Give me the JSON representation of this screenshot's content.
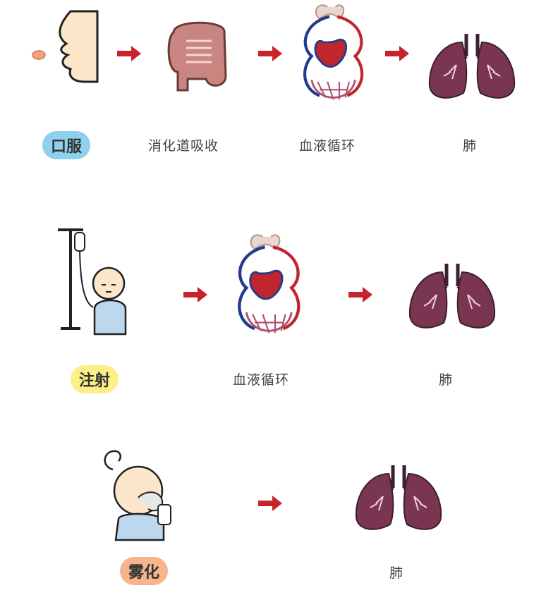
{
  "routes": [
    {
      "name": "口服",
      "badge_color": "#8fd0ee",
      "steps": [
        "消化道吸收",
        "血液循环",
        "肺"
      ]
    },
    {
      "name": "注射",
      "badge_color": "#fbef86",
      "steps": [
        "血液循环",
        "肺"
      ]
    },
    {
      "name": "雾化",
      "badge_color": "#f6b58e",
      "steps": [
        "肺"
      ]
    }
  ],
  "colors": {
    "arrow": "#c8222a",
    "lung_fill": "#7a3550",
    "vein_blue": "#233b8c",
    "artery_red": "#c0262e",
    "skin": "#fbe6c9"
  },
  "icons": [
    "mouth-with-pill-icon",
    "intestine-icon",
    "circulation-icon",
    "lungs-icon",
    "iv-drip-child-icon",
    "nebulizer-child-icon"
  ]
}
